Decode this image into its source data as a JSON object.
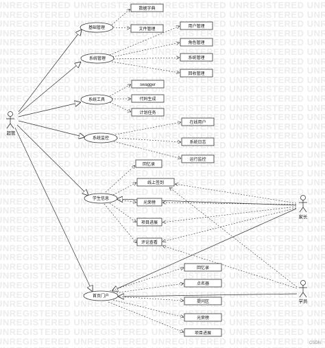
{
  "watermark": "UNREGISTERED",
  "corner_mark": "CSDN",
  "actors": {
    "admin": "超管",
    "parent": "家长",
    "student": "学员"
  },
  "cases": {
    "basic_mgmt": "基础管理",
    "sys_mgmt": "系统管理",
    "sys_tools": "系统工具",
    "sys_monitor": "系统监控",
    "student_info": "学生信息",
    "home_portal": "首页门户"
  },
  "boxes": {
    "dict": "数据字典",
    "files": "文件管理",
    "users": "用户管理",
    "roles": "角色管理",
    "sys_admin": "系统管理",
    "recycle": "回收管理",
    "swagger": "swagger",
    "codegen": "代码生成",
    "tasks": "计划任务",
    "online": "在线用户",
    "syslog": "系统日志",
    "runmon": "运行监控",
    "memo1": "回忆录",
    "online_sign": "线上签到",
    "honor1": "光荣榜",
    "progress1": "项目进展",
    "comments": "评论查看",
    "memo2": "回忆录",
    "dianzan": "点名器",
    "exchange": "提问区",
    "honor2": "光荣榜",
    "progress2": "项目进展"
  }
}
